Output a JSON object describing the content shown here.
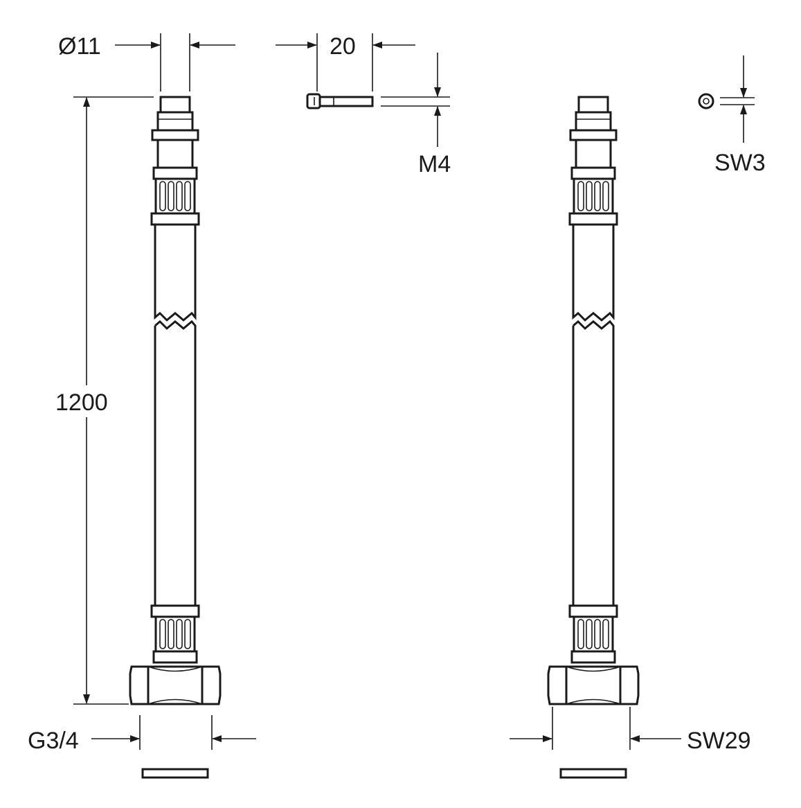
{
  "drawing": {
    "labels": {
      "diameter": "Ø11",
      "screw_length": "20",
      "thread": "M4",
      "hex_key": "SW3",
      "hose_length": "1200",
      "connection": "G3/4",
      "nut_size": "SW29"
    },
    "colors": {
      "line": "#1a1a1a",
      "background": "#ffffff"
    }
  }
}
